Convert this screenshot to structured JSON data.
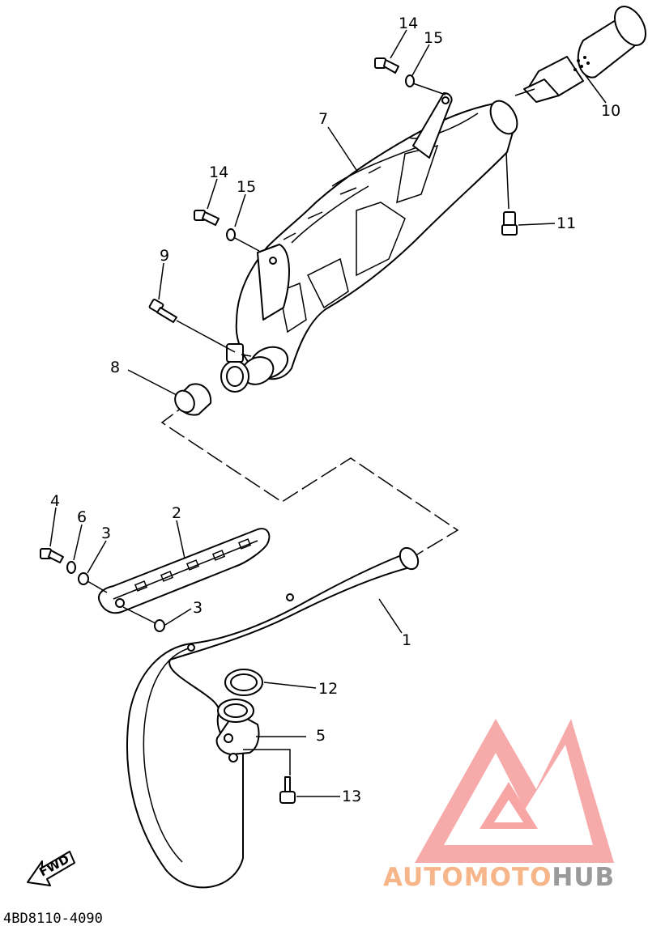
{
  "diagram": {
    "part_code": "4BD8110-4090",
    "direction_label": "FWD",
    "callouts": {
      "p1": "1",
      "p2": "2",
      "p3a": "3",
      "p3b": "3",
      "p4": "4",
      "p5": "5",
      "p6": "6",
      "p7": "7",
      "p8": "8",
      "p9": "9",
      "p10": "10",
      "p11": "11",
      "p12": "12",
      "p13": "13",
      "p14a": "14",
      "p14b": "14",
      "p15a": "15",
      "p15b": "15"
    }
  },
  "watermark": {
    "brand_part1": "AUTO",
    "brand_part2": "MOTO",
    "brand_part3": "HUB",
    "colors": {
      "logo": "#f28d8d",
      "orange": "#f7b58a",
      "gray": "#9a9a9a"
    }
  }
}
